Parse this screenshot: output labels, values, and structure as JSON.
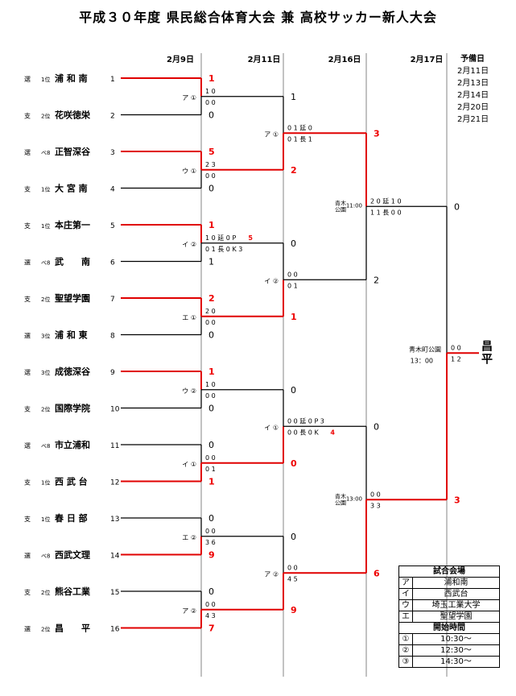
{
  "title": "平成３０年度 県民総合体育大会 兼 高校サッカー新人大会",
  "round_headers": [
    "2月9日",
    "2月11日",
    "2月16日",
    "2月17日"
  ],
  "spare_days": {
    "title": "予備日",
    "dates": [
      "2月11日",
      "2月13日",
      "2月14日",
      "2月20日",
      "2月21日"
    ]
  },
  "teams": [
    {
      "seed": "選",
      "rank": "1位",
      "name": "浦 和 南",
      "no": "1"
    },
    {
      "seed": "支",
      "rank": "2位",
      "name": "花咲徳栄",
      "no": "2"
    },
    {
      "seed": "選",
      "rank": "ベ8",
      "name": "正智深谷",
      "no": "3"
    },
    {
      "seed": "支",
      "rank": "1位",
      "name": "大 宮 南",
      "no": "4"
    },
    {
      "seed": "支",
      "rank": "1位",
      "name": "本庄第一",
      "no": "5"
    },
    {
      "seed": "選",
      "rank": "ベ8",
      "name": "武　　南",
      "no": "6"
    },
    {
      "seed": "支",
      "rank": "2位",
      "name": "聖望学園",
      "no": "7"
    },
    {
      "seed": "選",
      "rank": "3位",
      "name": "浦 和 東",
      "no": "8"
    },
    {
      "seed": "選",
      "rank": "3位",
      "name": "成徳深谷",
      "no": "9"
    },
    {
      "seed": "支",
      "rank": "2位",
      "name": "国際学院",
      "no": "10"
    },
    {
      "seed": "選",
      "rank": "ベ8",
      "name": "市立浦和",
      "no": "11"
    },
    {
      "seed": "支",
      "rank": "1位",
      "name": "西 武 台",
      "no": "12"
    },
    {
      "seed": "支",
      "rank": "1位",
      "name": "春 日 部",
      "no": "13"
    },
    {
      "seed": "選",
      "rank": "ベ8",
      "name": "西武文理",
      "no": "14"
    },
    {
      "seed": "支",
      "rank": "2位",
      "name": "熊谷工業",
      "no": "15"
    },
    {
      "seed": "選",
      "rank": "2位",
      "name": "昌　　平",
      "no": "16"
    }
  ],
  "round1": [
    {
      "label": "ア ①",
      "top": "1",
      "bot": "0",
      "ht": "1 0",
      "hb": "0 0",
      "winner": "top"
    },
    {
      "label": "ウ ①",
      "top": "5",
      "bot": "0",
      "ht": "2 3",
      "hb": "0 0",
      "winner": "top"
    },
    {
      "label": "イ ②",
      "top": "1",
      "bot": "1",
      "ht": "1 0 延 0 P",
      "pk": "5",
      "hb": "0 1 長 0 K 3",
      "winner": "top"
    },
    {
      "label": "エ ①",
      "top": "2",
      "bot": "0",
      "ht": "2 0",
      "hb": "0 0",
      "winner": "top"
    },
    {
      "label": "ウ ②",
      "top": "1",
      "bot": "0",
      "ht": "1 0",
      "hb": "0 0",
      "winner": "top"
    },
    {
      "label": "イ ①",
      "top": "0",
      "bot": "1",
      "ht": "0 0",
      "hb": "0 1",
      "winner": "bot"
    },
    {
      "label": "エ ②",
      "top": "0",
      "bot": "9",
      "ht": "0 0",
      "hb": "3 6",
      "winner": "bot"
    },
    {
      "label": "ア ②",
      "top": "0",
      "bot": "7",
      "ht": "0 0",
      "hb": "4 3",
      "winner": "bot"
    }
  ],
  "round2": [
    {
      "label": "ア ①",
      "top": "1",
      "bot": "2",
      "ht": "0 1 延 0",
      "hb": "0 1 長 1",
      "winner": "bot"
    },
    {
      "label": "イ ②",
      "top": "0",
      "bot": "1",
      "ht": "0 0",
      "hb": "0 1",
      "winner": "bot"
    },
    {
      "label": "イ ①",
      "top": "0",
      "bot": "0",
      "ht": "0 0 延 0 P 3",
      "hb": "0 0 長 0 K",
      "pk": "4",
      "winner": "bot"
    },
    {
      "label": "ア ②",
      "top": "0",
      "bot": "9",
      "ht": "0 0",
      "hb": "4 5",
      "winner": "bot"
    }
  ],
  "round3": [
    {
      "venue": [
        "青木",
        "公園"
      ],
      "time": "11:00",
      "top": "3",
      "bot": "2",
      "ht": "2 0 延 1 0",
      "hb": "1 1 長 0 0",
      "winner": "top"
    },
    {
      "venue": [
        "青木",
        "公園"
      ],
      "time": "13:00",
      "top": "0",
      "bot": "6",
      "ht": "0 0",
      "hb": "3 3",
      "winner": "bot"
    }
  ],
  "final": {
    "venue": "青木町公園",
    "time": "13：00",
    "top": "0",
    "bot": "3",
    "ht": "0 0",
    "hb": "1 2",
    "winner": "bot",
    "champion": "昌平"
  },
  "legend": {
    "venue_title": "試合会場",
    "venues": [
      [
        "ア",
        "浦和南"
      ],
      [
        "イ",
        "西武台"
      ],
      [
        "ウ",
        "埼玉工業大学"
      ],
      [
        "エ",
        "聖望学園"
      ]
    ],
    "time_title": "開始時間",
    "times": [
      [
        "①",
        "10:30～"
      ],
      [
        "②",
        "12:30～"
      ],
      [
        "③",
        "14:30～"
      ]
    ]
  },
  "colors": {
    "winner": "#e00000",
    "line": "#000000"
  }
}
